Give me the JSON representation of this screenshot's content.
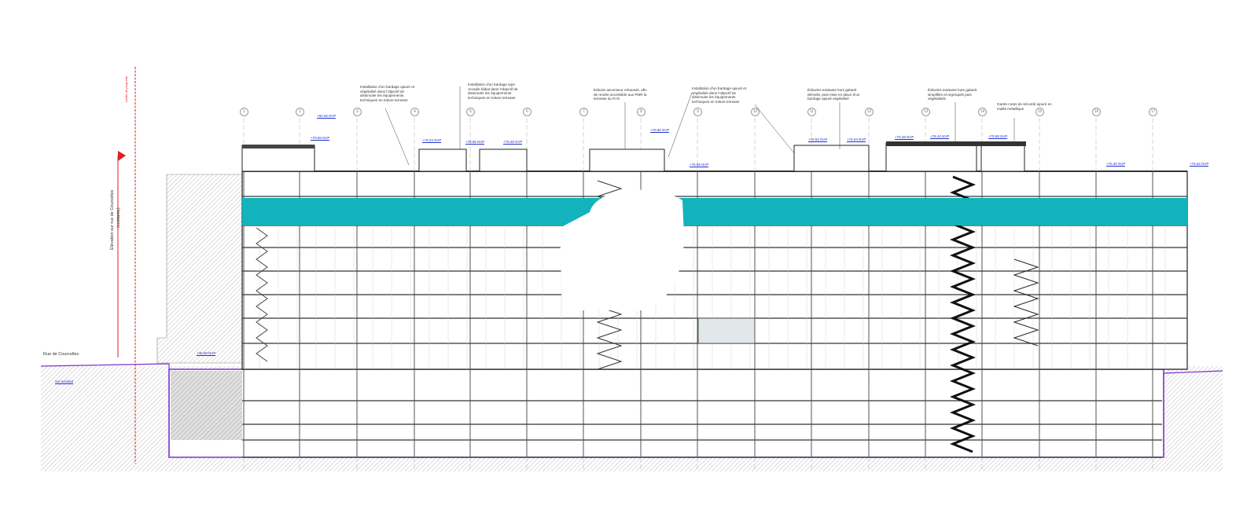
{
  "title_vertical": "Élévation sur rue de Courcelles",
  "title_vertical_sub": "(existante)",
  "alignment_label": "Limite de propriété",
  "street_label": "Rue de Courcelles",
  "ground_note": "Sol existant",
  "axes": [
    "1",
    "2",
    "3",
    "4",
    "5",
    "6",
    "7",
    "8",
    "9",
    "10",
    "11",
    "12",
    "13",
    "14",
    "15",
    "16",
    "17"
  ],
  "notes": [
    "Installation d'un bardage ajouré et végétalisé dans l'objectif de dissimuler les équipements techniques en toiture terrasse",
    "Installation d'un bardage type Arcadie bâtiat dans l'objectif de dissimuler les équipements techniques en toiture terrasse",
    "Édicule ascenseur rehaussé, afin de rendre accessible aux PMR la terrasse du R+8",
    "Installation d'un bardage ajouré et végétalisé dans l'objectif de dissimuler les équipements techniques en toiture terrasse",
    "Édicules existants hors gabarit démolis, puis mise en place d'un bardage ajouré végétalisé",
    "Édicules existants hors gabarit simplifiés et regroupés puis végétalisés",
    "Garde-corps de sécurité ajouré en maille métallique"
  ],
  "levels": [
    "+82.06 NVP",
    "+79.06 NVP",
    "+79.23 NVP",
    "+78.86 NVP",
    "+79.28 NVP",
    "+78.80 NVP",
    "+75.58 NVP",
    "+79.52 NVP",
    "+76.54 NVP",
    "+79.28 NVP",
    "+78.42 NVP",
    "+78.88 NVP",
    "+75.30 NVP",
    "+75.52 NVP",
    "+46.00 NVP"
  ],
  "colors": {
    "highlight_band": "#12b3bc",
    "section_outline": "#7a2fd0",
    "property_line": "#e02020",
    "level_text": "#2233cc"
  }
}
